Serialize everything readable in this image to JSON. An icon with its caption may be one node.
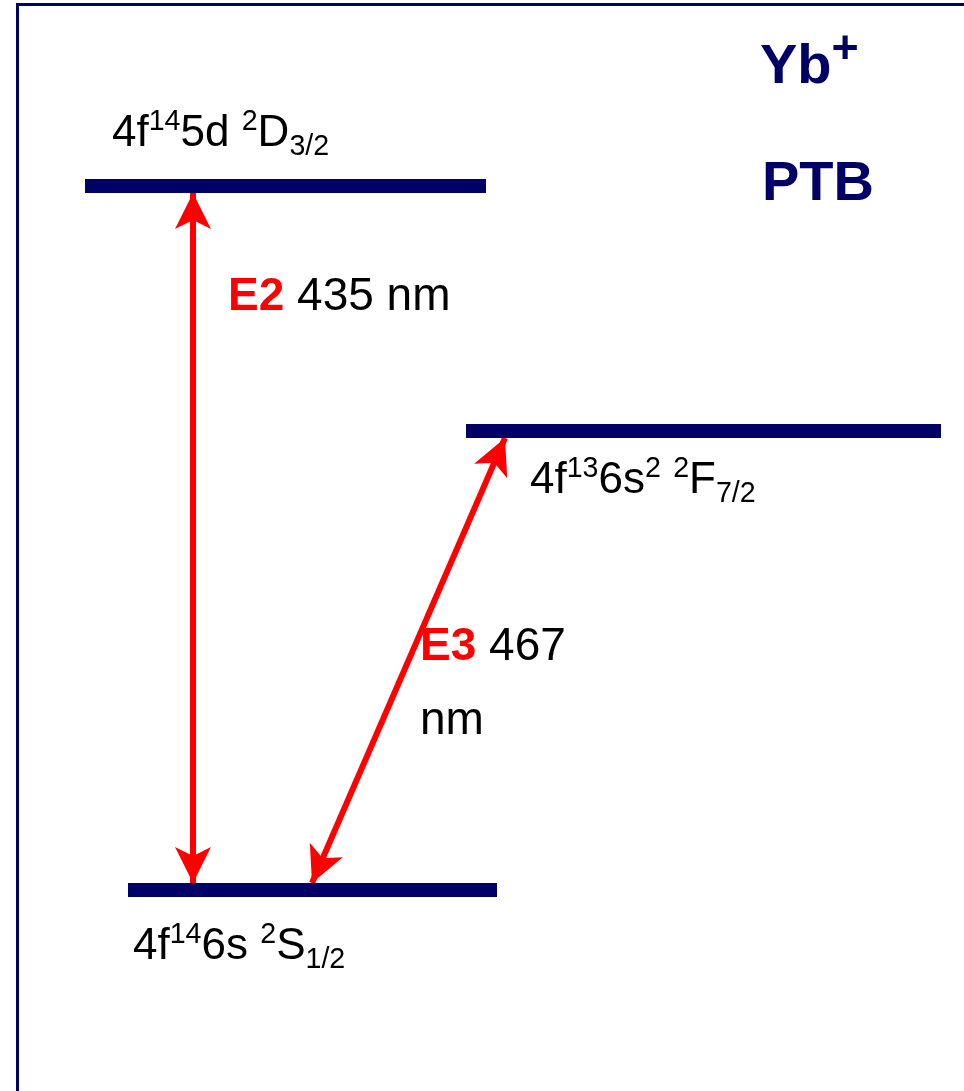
{
  "diagram": {
    "nodes": [
      {
        "text": [],
        "shape": "bar",
        "beside": [
          "4f$^{14}$5d $^{2}$D$_{3/2}$"
        ]
      },
      {
        "text": [],
        "shape": "bar",
        "beside": [
          "4f$^{13}$6s$^{2}$ $^{2}$F$_{7/2}$"
        ]
      },
      {
        "text": [],
        "shape": "bar",
        "beside": [
          "4f$^{14}$6s $^{2}$S$_{1/2}$"
        ]
      }
    ],
    "edges": [
      {
        "from": 2,
        "to": 0,
        "arrow": "both",
        "label": "**E2** 435 nm",
        "color": "#ff0000"
      },
      {
        "from": 2,
        "to": 1,
        "arrow": "both",
        "label": "**E3** 467 nm",
        "color": "#ff0000"
      }
    ],
    "labels": [
      "Yb$^{+}$",
      "PTB"
    ]
  }
}
